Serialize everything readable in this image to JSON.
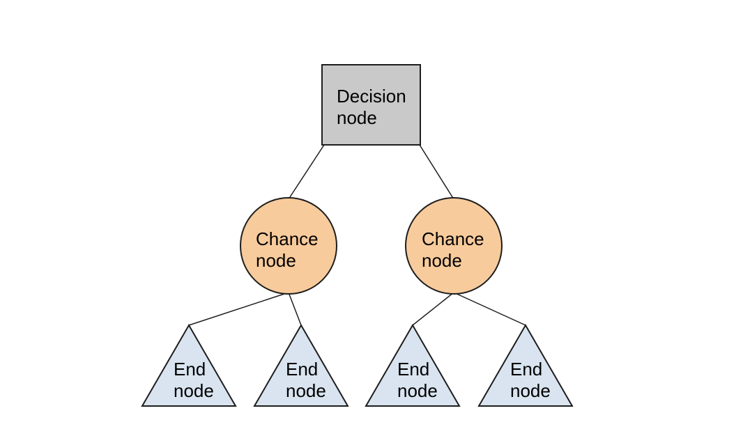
{
  "diagram": {
    "type": "decision-tree",
    "background": "#ffffff"
  },
  "colors": {
    "decision_fill": "#c9c9c9",
    "chance_fill": "#f8cb9c",
    "end_fill": "#d9e4f0",
    "outline": "#1d1d1d",
    "text": "#000000"
  },
  "nodes": {
    "decision": {
      "shape": "square",
      "line1": "Decision",
      "line2": "node"
    },
    "chance": [
      {
        "shape": "circle",
        "line1": "Chance",
        "line2": "node"
      },
      {
        "shape": "circle",
        "line1": "Chance",
        "line2": "node"
      }
    ],
    "end": [
      {
        "shape": "triangle",
        "line1": "End",
        "line2": "node"
      },
      {
        "shape": "triangle",
        "line1": "End",
        "line2": "node"
      },
      {
        "shape": "triangle",
        "line1": "End",
        "line2": "node"
      },
      {
        "shape": "triangle",
        "line1": "End",
        "line2": "node"
      }
    ]
  },
  "edges": [
    {
      "from": "decision-node",
      "to": "chance-node-left"
    },
    {
      "from": "decision-node",
      "to": "chance-node-right"
    },
    {
      "from": "chance-node-left",
      "to": "end-node-1"
    },
    {
      "from": "chance-node-left",
      "to": "end-node-2"
    },
    {
      "from": "chance-node-right",
      "to": "end-node-3"
    },
    {
      "from": "chance-node-right",
      "to": "end-node-4"
    }
  ]
}
